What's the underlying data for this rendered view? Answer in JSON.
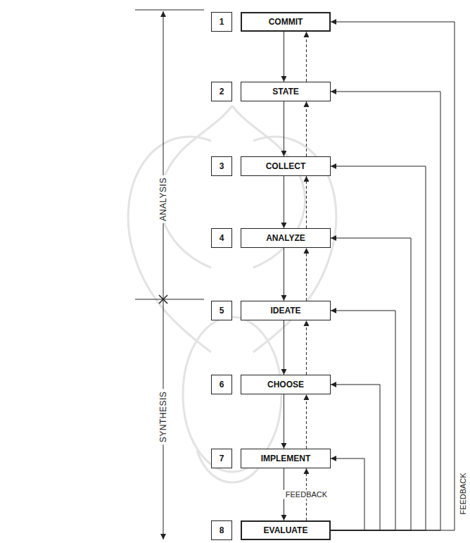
{
  "diagram": {
    "nodes": [
      {
        "text": [
          "1"
        ]
      },
      {
        "text": [
          "COMMIT"
        ]
      },
      {
        "text": [
          "2"
        ]
      },
      {
        "text": [
          "STATE"
        ]
      },
      {
        "text": [
          "3"
        ]
      },
      {
        "text": [
          "COLLECT"
        ]
      },
      {
        "text": [
          "4"
        ]
      },
      {
        "text": [
          "ANALYZE"
        ]
      },
      {
        "text": [
          "5"
        ]
      },
      {
        "text": [
          "IDEATE"
        ]
      },
      {
        "text": [
          "6"
        ]
      },
      {
        "text": [
          "CHOOSE"
        ]
      },
      {
        "text": [
          "7"
        ]
      },
      {
        "text": [
          "IMPLEMENT"
        ]
      },
      {
        "text": [
          "8"
        ]
      },
      {
        "text": [
          "EVALUATE"
        ]
      }
    ],
    "edges": [
      {
        "from": 1,
        "to": 3,
        "arrow": "to"
      },
      {
        "from": 3,
        "to": 5,
        "arrow": "to"
      },
      {
        "from": 5,
        "to": 7,
        "arrow": "to"
      },
      {
        "from": 7,
        "to": 9,
        "arrow": "to"
      },
      {
        "from": 9,
        "to": 11,
        "arrow": "to"
      },
      {
        "from": 11,
        "to": 13,
        "arrow": "to"
      },
      {
        "from": 13,
        "to": 15,
        "arrow": "to"
      },
      {
        "from": 3,
        "to": 1,
        "arrow": "to"
      },
      {
        "from": 5,
        "to": 3,
        "arrow": "to"
      },
      {
        "from": 7,
        "to": 5,
        "arrow": "to"
      },
      {
        "from": 9,
        "to": 7,
        "arrow": "to"
      },
      {
        "from": 11,
        "to": 9,
        "arrow": "to"
      },
      {
        "from": 13,
        "to": 11,
        "arrow": "to"
      },
      {
        "from": 15,
        "to": 13,
        "label": "FEEDBACK",
        "arrow": "to"
      },
      {
        "from": 15,
        "to": 1,
        "label": "FEEDBACK",
        "arrow": "to"
      },
      {
        "from": 15,
        "to": 3,
        "arrow": "to"
      },
      {
        "from": 15,
        "to": 5,
        "arrow": "to"
      },
      {
        "from": 15,
        "to": 7,
        "arrow": "to"
      },
      {
        "from": 15,
        "to": 9,
        "arrow": "to"
      },
      {
        "from": 15,
        "to": 11,
        "arrow": "to"
      },
      {
        "from": 15,
        "to": 13,
        "arrow": "to"
      }
    ],
    "labels": [
      "ANALYSIS",
      "SYNTHESIS"
    ]
  }
}
